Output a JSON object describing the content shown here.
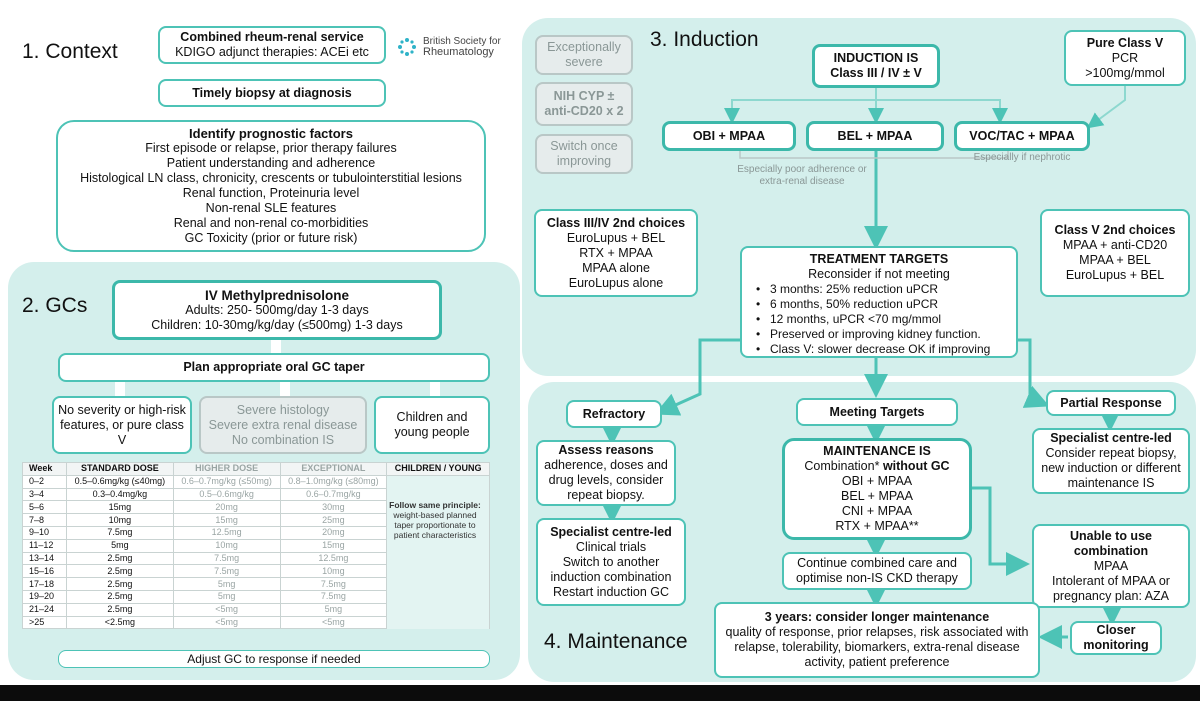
{
  "colors": {
    "panel": "#d4efec",
    "border": "#4dc3b6",
    "arrow": "#4dc3b6",
    "grey": "#b9c7c6"
  },
  "logo": {
    "icon": "bsr-logo-icon",
    "text1": "British Society for",
    "text2": "Rheumatology"
  },
  "context": {
    "header": "1. Context",
    "service_title": "Combined rheum-renal service",
    "service_sub": "KDIGO adjunct therapies: ACEi etc",
    "biopsy": "Timely biopsy at diagnosis",
    "prognostic_title": "Identify prognostic factors",
    "prognostic_items": [
      "First episode or relapse, prior therapy failures",
      "Patient understanding and adherence",
      "Histological LN class, chronicity, crescents or tubulointerstitial lesions",
      "Renal function, Proteinuria level",
      "Non-renal SLE features",
      "Renal and non-renal co-morbidities",
      "GC Toxicity (prior or future risk)"
    ]
  },
  "gcs": {
    "header": "2. GCs",
    "ivmp_title": "IV Methylprednisolone",
    "ivmp_adults": "Adults: 250- 500mg/day 1-3 days",
    "ivmp_children": "Children: 10-30mg/kg/day (≤500mg) 1-3 days",
    "taper": "Plan appropriate oral GC taper",
    "col1": "No severity or high-risk features, or pure class V",
    "col2_l1": "Severe histology",
    "col2_l2": "Severe extra renal disease",
    "col2_l3": "No combination IS",
    "col3": "Children and young people",
    "table_headers": [
      "Week",
      "STANDARD DOSE",
      "HIGHER DOSE",
      "EXCEPTIONAL",
      "CHILDREN / YOUNG"
    ],
    "table_rows": [
      [
        "0–2",
        "0.5–0.6mg/kg (≤40mg)",
        "0.6–0.7mg/kg (≤50mg)",
        "0.8–1.0mg/kg (≤80mg)"
      ],
      [
        "3–4",
        "0.3–0.4mg/kg",
        "0.5–0.6mg/kg",
        "0.6–0.7mg/kg"
      ],
      [
        "5–6",
        "15mg",
        "20mg",
        "30mg"
      ],
      [
        "7–8",
        "10mg",
        "15mg",
        "25mg"
      ],
      [
        "9–10",
        "7.5mg",
        "12.5mg",
        "20mg"
      ],
      [
        "11–12",
        "5mg",
        "10mg",
        "15mg"
      ],
      [
        "13–14",
        "2.5mg",
        "7.5mg",
        "12.5mg"
      ],
      [
        "15–16",
        "2.5mg",
        "7.5mg",
        "10mg"
      ],
      [
        "17–18",
        "2.5mg",
        "5mg",
        "7.5mg"
      ],
      [
        "19–20",
        "2.5mg",
        "5mg",
        "7.5mg"
      ],
      [
        "21–24",
        "2.5mg",
        "<5mg",
        "5mg"
      ],
      [
        ">25",
        "<2.5mg",
        "<5mg",
        "<5mg"
      ]
    ],
    "children_note_bold": "Follow same principle:",
    "children_note": "weight-based planned taper proportionate to patient characteristics",
    "adjust": "Adjust GC to response if needed"
  },
  "induction": {
    "header": "3. Induction",
    "exc_severe": "Exceptionally severe",
    "nih": "NIH CYP ± anti-CD20 x 2",
    "switch": "Switch once improving",
    "is_title": "INDUCTION IS",
    "is_sub": "Class III / IV ± V",
    "pure_v_title": "Pure Class V",
    "pure_v_l1": "PCR",
    "pure_v_l2": ">100mg/mmol",
    "obi": "OBI + MPAA",
    "bel": "BEL + MPAA",
    "voc": "VOC/TAC + MPAA",
    "note_adherence": "Especially poor adherence or extra-renal disease",
    "note_nephrotic": "Especially if nephrotic",
    "c34_title": "Class III/IV 2nd choices",
    "c34_items": [
      "EuroLupus + BEL",
      "RTX + MPAA",
      "MPAA alone",
      "EuroLupus alone"
    ],
    "c5_title": "Class V 2nd choices",
    "c5_items": [
      "MPAA + anti-CD20",
      "MPAA + BEL",
      "EuroLupus + BEL"
    ],
    "tt_title": "TREATMENT TARGETS",
    "tt_sub": "Reconsider if not meeting",
    "tt_items": [
      "3 months: 25% reduction uPCR",
      "6 months, 50% reduction uPCR",
      "12 months, uPCR <70 mg/mmol",
      "Preserved or improving kidney function.",
      "Class V: slower decrease OK if improving"
    ]
  },
  "maintenance": {
    "header": "4. Maintenance",
    "refractory": "Refractory",
    "meeting": "Meeting Targets",
    "partial": "Partial Response",
    "assess_title": "Assess reasons",
    "assess_text": "adherence, doses and drug levels, consider repeat biopsy.",
    "spec1_title": "Specialist centre-led",
    "spec1_items": [
      "Clinical trials",
      "Switch to another induction combination",
      "Restart induction GC"
    ],
    "mis_title": "MAINTENANCE IS",
    "mis_pre": "Combination*",
    "mis_bold": "without GC",
    "mis_items": [
      "OBI + MPAA",
      "BEL + MPAA",
      "CNI + MPAA",
      "RTX + MPAA**"
    ],
    "continue": "Continue combined care and optimise non-IS CKD therapy",
    "spec2_title": "Specialist centre-led",
    "spec2_text": "Consider repeat biopsy, new induction or different maintenance IS",
    "unable_title": "Unable to use combination",
    "unable_l1": "MPAA",
    "unable_l2": "Intolerant of MPAA or pregnancy plan: AZA",
    "closer": "Closer monitoring",
    "three_title": "3 years: consider longer maintenance",
    "three_text": "quality of response, prior relapses, risk associated with relapse, tolerability, biomarkers, extra-renal disease activity, patient preference"
  }
}
